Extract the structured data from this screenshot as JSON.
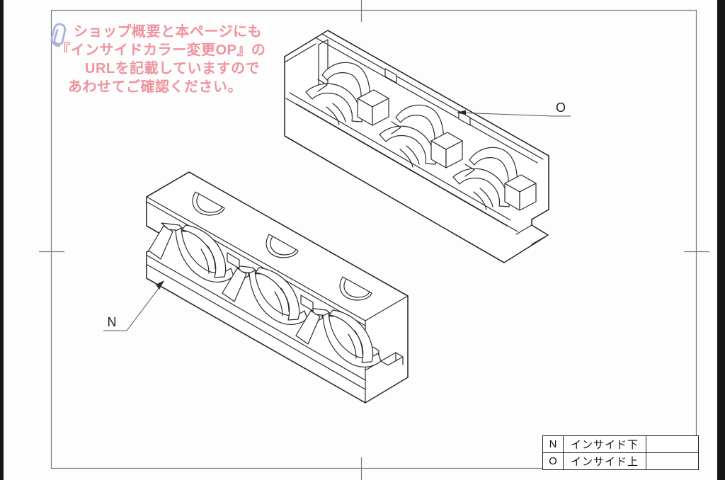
{
  "note": {
    "icon": "paperclip-icon",
    "color": "#ef939d",
    "lines": [
      "ショップ概要と本ページにも",
      "『インサイドカラー変更OP』の",
      "URLを記載していますので",
      "あわせてご確認ください。"
    ]
  },
  "view_labels": {
    "lower": "N",
    "upper": "O"
  },
  "legend_table": {
    "rows": [
      {
        "key": "N",
        "name": "インサイド下",
        "value": ""
      },
      {
        "key": "O",
        "name": "インサイド上",
        "value": ""
      }
    ]
  },
  "colors": {
    "line": "#2b2b2b",
    "frame": "#7a7a7a",
    "leader": "#555555",
    "note_text": "#ef939d",
    "paperclip": "#a9b3d8"
  }
}
